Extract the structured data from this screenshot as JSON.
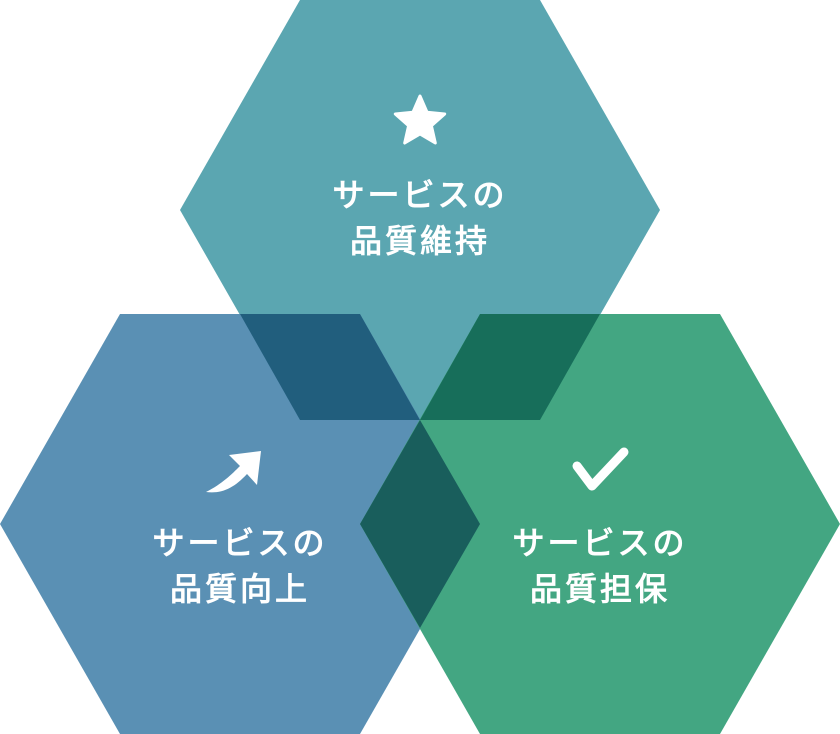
{
  "colors": {
    "top": "#5ba6b1",
    "left": "#5a90b4",
    "right": "#43a682",
    "overlap_top_left": "#215e7d",
    "overlap_top_right": "#176e5a",
    "overlap_left_right": "#195e5c",
    "text": "#ffffff"
  },
  "nodes": [
    {
      "id": "top",
      "icon": "star-icon",
      "line1": "サービスの",
      "line2": "品質維持"
    },
    {
      "id": "left",
      "icon": "arrow-up-right-icon",
      "line1": "サービスの",
      "line2": "品質向上"
    },
    {
      "id": "right",
      "icon": "check-icon",
      "line1": "サービスの",
      "line2": "品質担保"
    }
  ]
}
